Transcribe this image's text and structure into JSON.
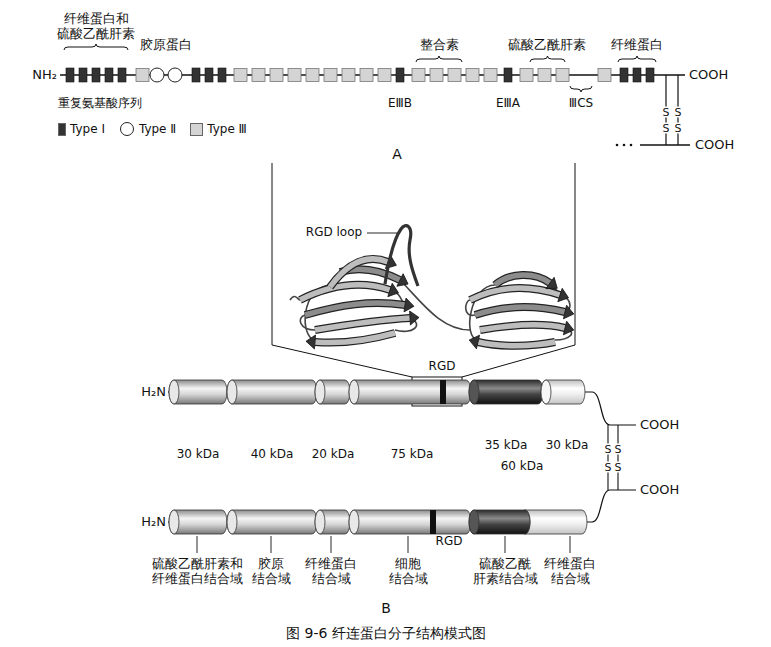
{
  "diagram": {
    "caption": "图 9-6 纤连蛋白分子结构模式图",
    "labels": [
      "纤维蛋白和 硫酸乙酰肝素",
      "胶原蛋白",
      "整合素",
      "硫酸乙酰肝素",
      "纤维蛋白",
      "NH₂",
      "COOH",
      "重复氨基酸序列",
      "EⅢB",
      "EⅢA",
      "ⅢCS",
      "S",
      "S",
      "S",
      "S",
      "COOH",
      "A",
      "RGD loop",
      "RGD",
      "H₂N",
      "COOH",
      "30 kDa",
      "40 kDa",
      "20 kDa",
      "75 kDa",
      "35 kDa",
      "30 kDa",
      "60 kDa",
      "S",
      "S",
      "S",
      "S",
      "COOH",
      "H₂N",
      "RGD",
      "硫酸乙酰肝素和 纤维蛋白结合域",
      "胶原 结合域",
      "纤维蛋白 结合域",
      "细胞 结合域",
      "硫酸乙酰 肝素结合域",
      "纤维蛋白 结合域",
      "B"
    ],
    "legend": [
      {
        "text": "Type Ⅰ",
        "color": "#333333"
      },
      {
        "text": "Type Ⅱ"
      },
      {
        "text": "Type Ⅲ",
        "color": "#d4d4d4"
      }
    ]
  }
}
